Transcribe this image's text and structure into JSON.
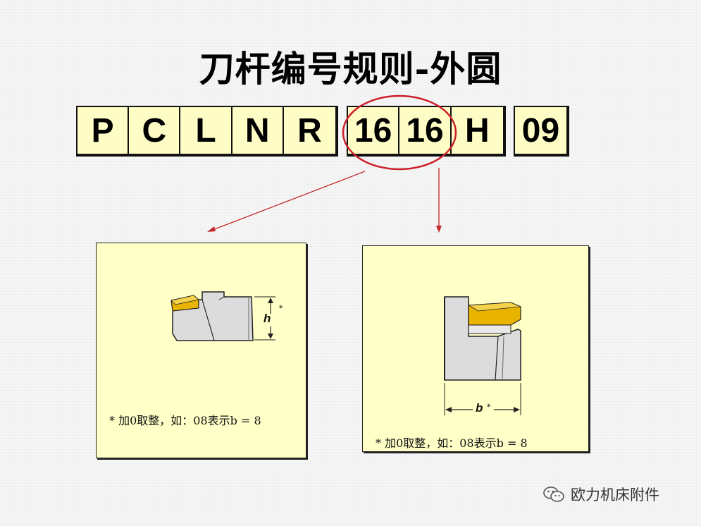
{
  "title": "刀杆编号规则-外圆",
  "code": {
    "group1": [
      "P",
      "C",
      "L",
      "N",
      "R"
    ],
    "group2": [
      "16",
      "16",
      "H"
    ],
    "group3": [
      "09"
    ]
  },
  "panel_height": {
    "dim_label": "h",
    "asterisk": "*",
    "note": "*  加0取整，如：08表示b = 8"
  },
  "panel_width": {
    "dim_label": "b",
    "asterisk": "*",
    "note": "*  加0取整，如：08表示b = 8"
  },
  "colors": {
    "cell_fill": "#fffdc6",
    "panel_fill": "#ffffc8",
    "highlight_ring": "#cc1f2a",
    "arrow": "#c4282a",
    "insert_gold": "#e9b400",
    "holder_gray": "#dcdcdc"
  },
  "watermark": {
    "icon": "wechat-icon",
    "text": "欧力机床附件"
  }
}
